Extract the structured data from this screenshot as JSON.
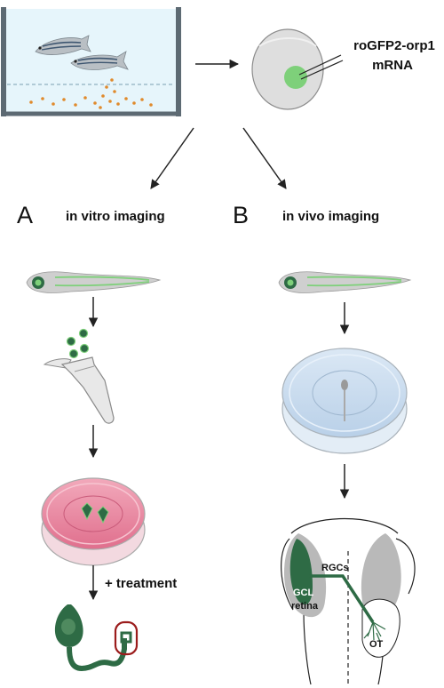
{
  "labels": {
    "mrna_line1": "roGFP2-orp1",
    "mrna_line2": "mRNA",
    "panel_a_letter": "A",
    "panel_a_title": "in vitro imaging",
    "panel_b_letter": "B",
    "panel_b_title": "in vivo imaging",
    "treatment": "+ treatment",
    "rgcs": "RGCs",
    "gcl": "GCL",
    "retina": "retina",
    "ot": "OT"
  },
  "colors": {
    "tank_water": "#e3f4fb",
    "embryo_green": "#7ed07a",
    "cell_green": "#2e6b45",
    "dish_pink": "#e77f9a",
    "dish_blue": "#c9ddef",
    "highlight_red": "#9b1c1c",
    "brain_gray": "#b9b9b9"
  }
}
